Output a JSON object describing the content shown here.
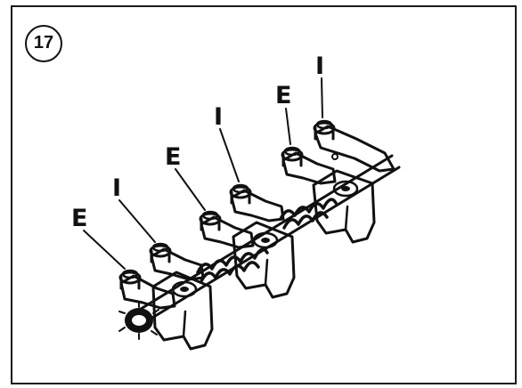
{
  "figure": {
    "number": "17"
  },
  "labels": [
    {
      "id": "e1",
      "text": "E"
    },
    {
      "id": "i1",
      "text": "I"
    },
    {
      "id": "e2",
      "text": "E"
    },
    {
      "id": "i2",
      "text": "I"
    },
    {
      "id": "e3",
      "text": "E"
    },
    {
      "id": "i3",
      "text": "I"
    }
  ]
}
